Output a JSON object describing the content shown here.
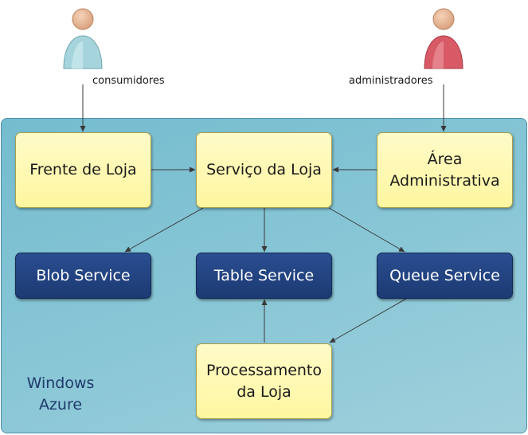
{
  "actors": {
    "consumers": {
      "label": "consumidores",
      "color": "#a6d4dc"
    },
    "admins": {
      "label": "administradores",
      "color": "#d85a66"
    }
  },
  "region": {
    "label": "Windows\nAzure",
    "color": "#80c1d2"
  },
  "nodes": {
    "storefront": "Frente de Loja",
    "store_service": "Serviço da Loja",
    "admin_area": "Área\nAdministrativa",
    "blob_service": "Blob Service",
    "table_service": "Table Service",
    "queue_service": "Queue Service",
    "store_processing": "Processamento\nda Loja"
  },
  "edges": [
    {
      "from": "consumidores",
      "to": "Frente de Loja"
    },
    {
      "from": "administradores",
      "to": "Área Administrativa"
    },
    {
      "from": "Frente de Loja",
      "to": "Serviço da Loja"
    },
    {
      "from": "Área Administrativa",
      "to": "Serviço da Loja"
    },
    {
      "from": "Serviço da Loja",
      "to": "Blob Service"
    },
    {
      "from": "Serviço da Loja",
      "to": "Table Service"
    },
    {
      "from": "Serviço da Loja",
      "to": "Queue Service"
    },
    {
      "from": "Queue Service",
      "to": "Processamento da Loja"
    },
    {
      "from": "Processamento da Loja",
      "to": "Table Service"
    }
  ]
}
